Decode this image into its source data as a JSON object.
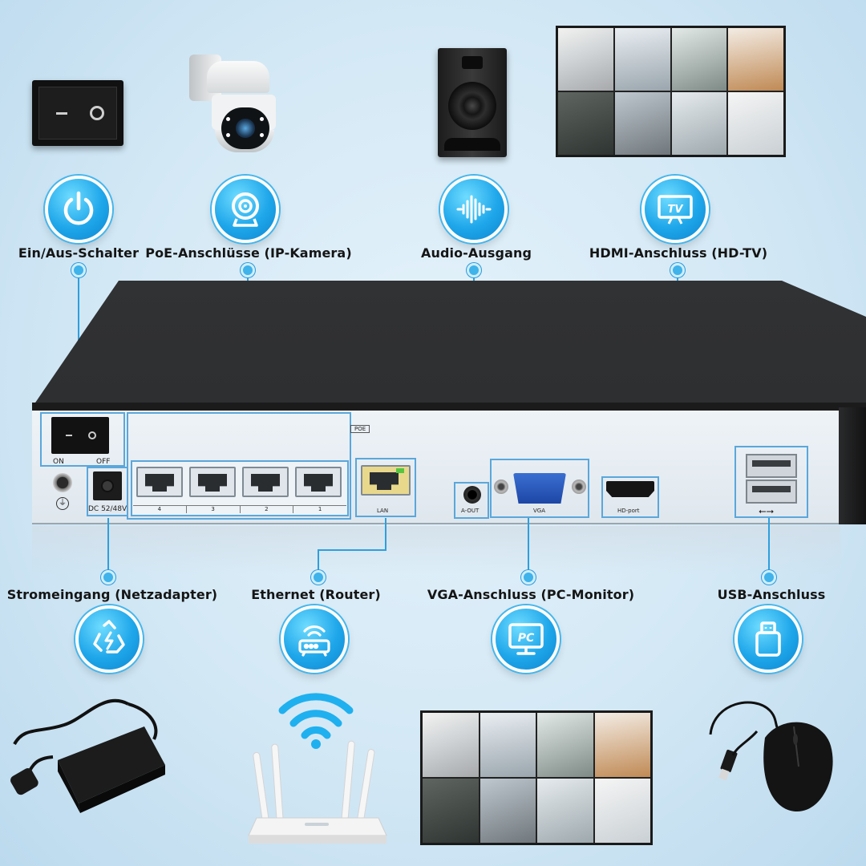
{
  "labels": {
    "power_switch": "Ein/Aus-Schalter",
    "poe_ports": "PoE-Anschlüsse (IP-Kamera)",
    "audio_out": "Audio-Ausgang",
    "hdmi": "HDMI-Anschluss (HD-TV)",
    "power_input": "Stromeingang (Netzadapter)",
    "ethernet": "Ethernet (Router)",
    "vga": "VGA-Anschluss (PC-Monitor)",
    "usb": "USB-Anschluss"
  },
  "panel": {
    "on": "ON",
    "off": "OFF",
    "poe": "POE",
    "dc": "DC 52/48V",
    "lan": "LAN",
    "aout": "A-OUT",
    "vga": "VGA",
    "hdport": "HD-port",
    "port_numbers": [
      "4",
      "3",
      "2",
      "1"
    ]
  },
  "icon_text": {
    "tv": "TV",
    "pc": "PC"
  },
  "icons": [
    "power-icon",
    "webcam-icon",
    "audio-wave-icon",
    "tv-icon",
    "recycle-power-icon",
    "router-icon",
    "pc-monitor-icon",
    "usb-stick-icon",
    "wifi-icon"
  ],
  "colors": {
    "accent": "#1ea6ea",
    "line": "#2e9fde",
    "device_top": "#2a2b2d",
    "panel": "#e4ebf1"
  }
}
